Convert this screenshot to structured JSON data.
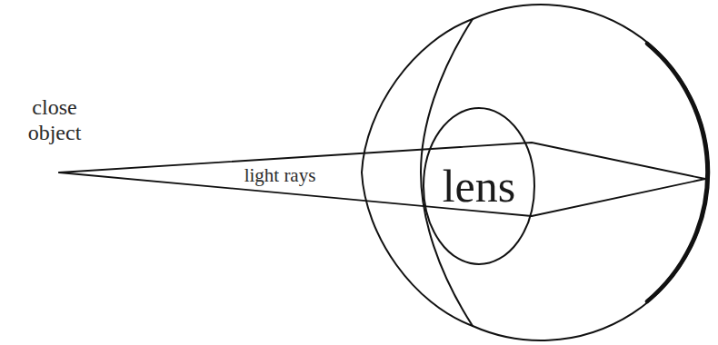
{
  "diagram": {
    "nodes": [
      {
        "text": [
          "lens"
        ]
      }
    ],
    "labels": [
      "close object",
      "light rays"
    ]
  }
}
